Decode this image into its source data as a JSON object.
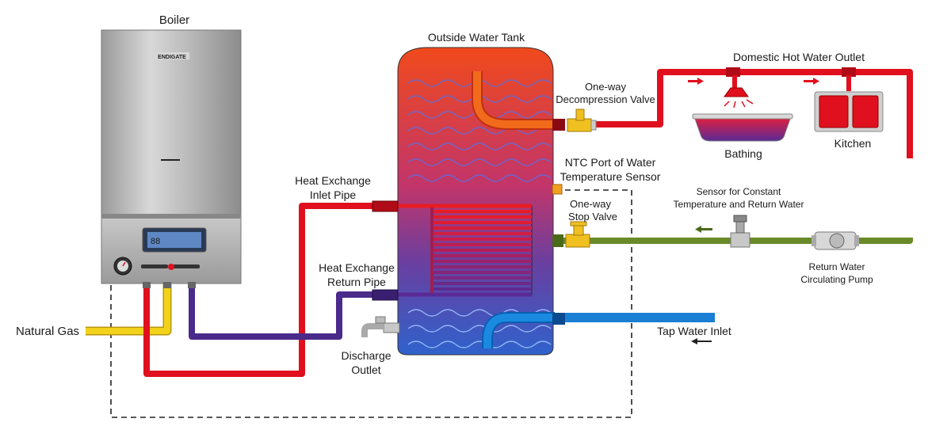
{
  "title": "",
  "components": {
    "boiler": {
      "label": "Boiler",
      "brand": "ENDIGATE"
    },
    "tank": {
      "label": "Outside Water Tank"
    }
  },
  "labels": {
    "natural_gas": "Natural Gas",
    "hx_inlet_line1": "Heat Exchange",
    "hx_inlet_line2": "Inlet Pipe",
    "hx_return_line1": "Heat Exchange",
    "hx_return_line2": "Return Pipe",
    "discharge_line1": "Discharge",
    "discharge_line2": "Outlet",
    "decompression_line1": "One-way",
    "decompression_line2": "Decompression Valve",
    "ntc_line1": "NTC Port of Water",
    "ntc_line2": "Temperature Sensor",
    "stop_valve_line1": "One-way",
    "stop_valve_line2": "Stop Valve",
    "domestic_outlet": "Domestic Hot Water Outlet",
    "bathing": "Bathing",
    "kitchen": "Kitchen",
    "sensor_line1": "Sensor for Constant",
    "sensor_line2": "Temperature and Return Water",
    "pump_line1": "Return Water",
    "pump_line2": "Circulating Pump",
    "tap_inlet": "Tap Water Inlet"
  },
  "colors": {
    "hot_water": "#e0101e",
    "return_water": "#6a8a2a",
    "heat_exchange_return": "#4a2a8a",
    "gas": "#f2d21a",
    "cold_water": "#1a7fd4",
    "tank_top": "#f0521e",
    "tank_bottom": "#3a62c8",
    "valve": "#f0c020",
    "ntc_port": "#f0a020"
  }
}
